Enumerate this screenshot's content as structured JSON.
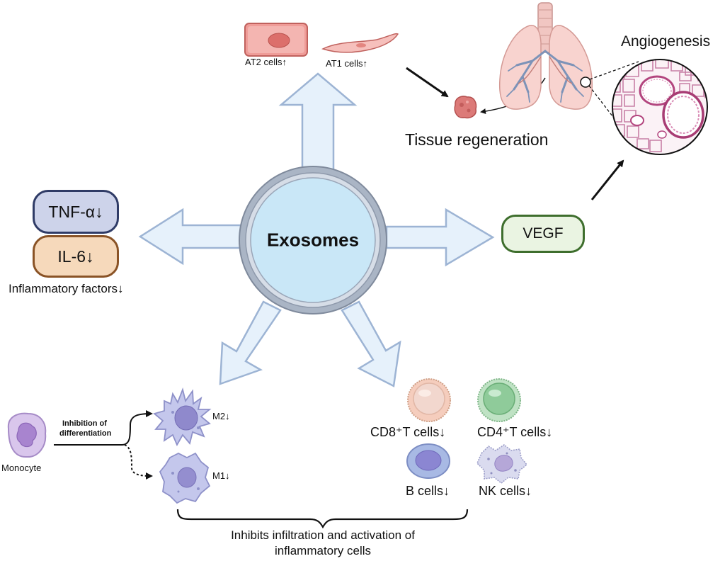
{
  "center": {
    "label": "Exosomes"
  },
  "lung_epithelium": {
    "at2_label": "AT2 cells↑",
    "at1_label": "AT1 cells↑"
  },
  "regeneration": {
    "label": "Tissue regeneration"
  },
  "angiogenesis": {
    "label": "Angiogenesis"
  },
  "growth_factor": {
    "label": "VEGF"
  },
  "inflammatory_factors": {
    "tnf_label": "TNF-α↓",
    "il6_label": "IL-6↓",
    "caption": "Inflammatory factors↓"
  },
  "macrophages": {
    "monocyte_label": "Monocyte",
    "inhibition_label_line1": "Inhibition of",
    "inhibition_label_line2": "differentiation",
    "m2_label": "M2↓",
    "m1_label": "M1↓"
  },
  "lymphocytes": {
    "cd8_label": "CD8⁺T cells↓",
    "cd4_label": "CD4⁺T cells↓",
    "b_label": "B cells↓",
    "nk_label": "NK cells↓"
  },
  "summary": {
    "line1": "Inhibits infiltration and activation of",
    "line2": "inflammatory cells"
  },
  "colors": {
    "arrow_fill": "#e6f1fb",
    "arrow_stroke": "#9db4d4",
    "exosome_fill": "#c9e7f7",
    "exosome_ring": "#a9b4c4",
    "tnf_fill": "#cdd3ea",
    "tnf_stroke": "#2f3b66",
    "il6_fill": "#f6d9bb",
    "il6_stroke": "#8a5326",
    "vegf_fill": "#eaf4e2",
    "vegf_stroke": "#3e6e2d"
  }
}
